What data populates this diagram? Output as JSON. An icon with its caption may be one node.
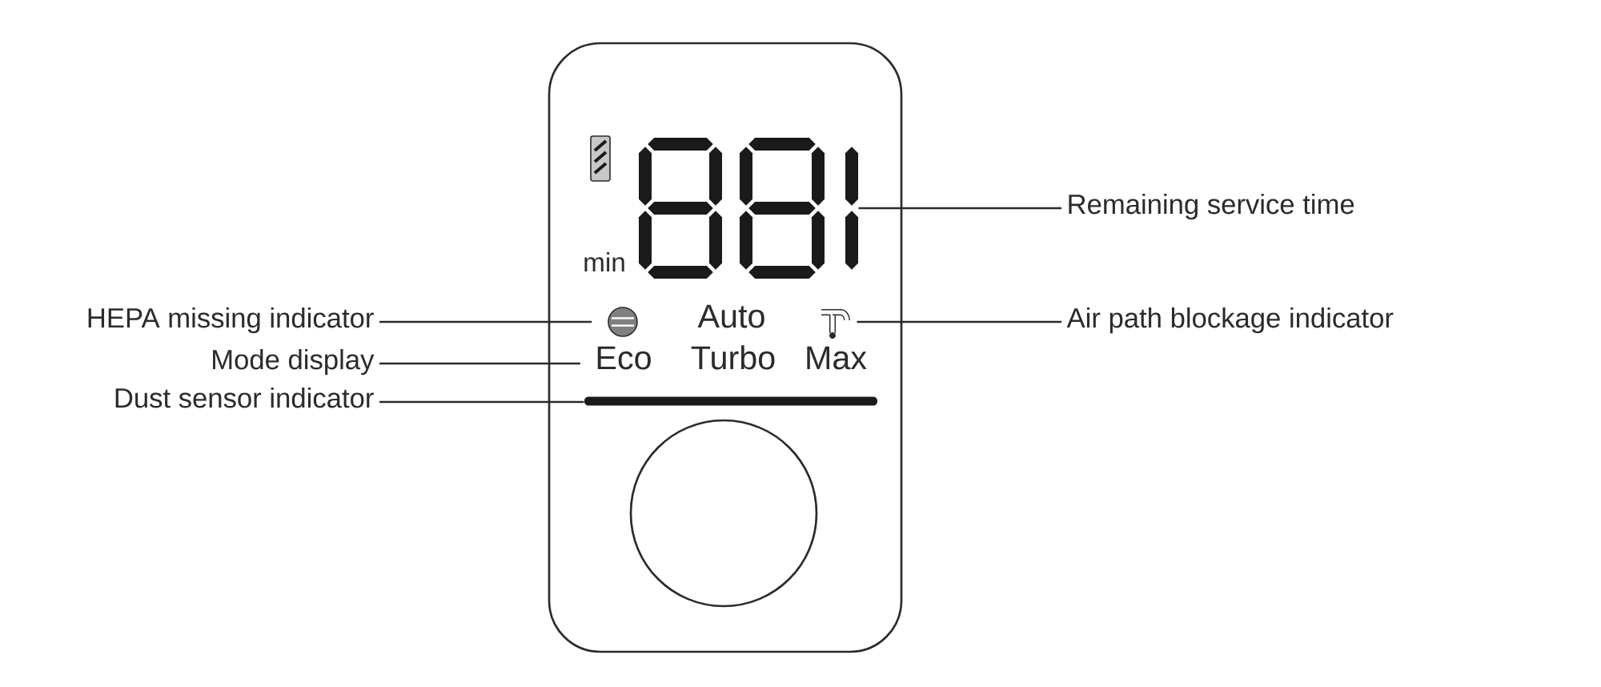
{
  "diagram": {
    "nodes": [
      {
        "text": [
          "Auto",
          "Turbo",
          "Max"
        ]
      },
      {
        "text": [],
        "shape": "picture",
        "in": 0,
        "beside": [
          "min"
        ]
      },
      {
        "text": [
          "Remaining service time"
        ]
      },
      {
        "text": [
          "HEPA missing indicator"
        ]
      },
      {
        "text": [],
        "shape": "circle",
        "in": 0
      },
      {
        "text": [],
        "shape": "picture",
        "in": 0
      },
      {
        "text": [
          "Air path blockage indicator"
        ]
      },
      {
        "text": [
          "Mode display"
        ]
      },
      {
        "text": [
          "Eco"
        ],
        "in": 0
      },
      {
        "text": [
          "Dust sensor indicator"
        ]
      },
      {
        "text": [],
        "shape": "bar",
        "in": 0
      }
    ],
    "edges": [
      {
        "from": 2,
        "to": 1,
        "arrow": "none"
      },
      {
        "from": 3,
        "to": 4,
        "arrow": "none"
      },
      {
        "from": 6,
        "to": 5,
        "arrow": "none"
      },
      {
        "from": 7,
        "to": 8,
        "arrow": "none"
      },
      {
        "from": 9,
        "to": 10,
        "arrow": "none"
      }
    ]
  }
}
